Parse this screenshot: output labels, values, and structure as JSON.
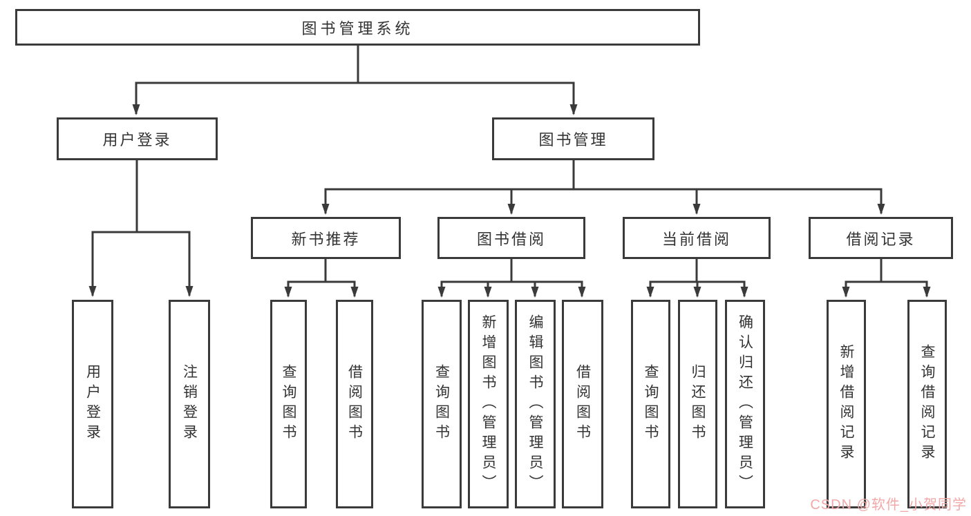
{
  "colors": {
    "line": "#3a3a3a",
    "box_border": "#3a3a3a",
    "text": "#333333",
    "watermark": "#f2a8a8",
    "background": "#ffffff"
  },
  "watermark": {
    "text": "CSDN @软件_小贺同学"
  },
  "tree": {
    "root": {
      "label": "图书管理系统"
    },
    "children": [
      {
        "label": "用户登录",
        "children": [
          {
            "label": "用户登录"
          },
          {
            "label": "注销登录"
          }
        ]
      },
      {
        "label": "图书管理",
        "children": [
          {
            "label": "新书推荐",
            "children": [
              {
                "label": "查询图书"
              },
              {
                "label": "借阅图书"
              }
            ]
          },
          {
            "label": "图书借阅",
            "children": [
              {
                "label": "查询图书"
              },
              {
                "label": "新增图书（管理员）"
              },
              {
                "label": "编辑图书（管理员）"
              },
              {
                "label": "借阅图书"
              }
            ]
          },
          {
            "label": "当前借阅",
            "children": [
              {
                "label": "查询图书"
              },
              {
                "label": "归还图书"
              },
              {
                "label": "确认归还（管理员）"
              }
            ]
          },
          {
            "label": "借阅记录",
            "children": [
              {
                "label": "新增借阅记录"
              },
              {
                "label": "查询借阅记录"
              }
            ]
          }
        ]
      }
    ]
  }
}
